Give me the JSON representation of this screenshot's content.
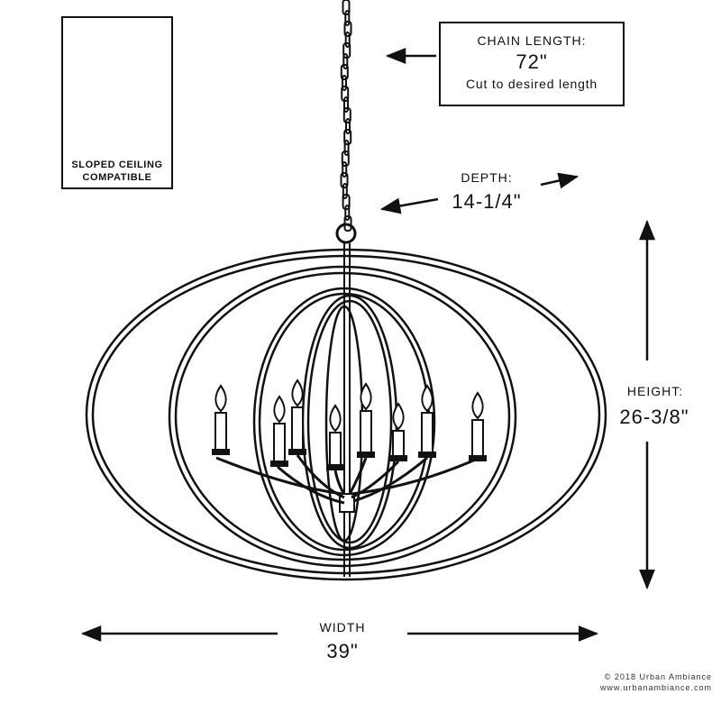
{
  "inset": {
    "label_line1": "SLOPED CEILING",
    "label_line2": "COMPATIBLE"
  },
  "chain": {
    "title": "CHAIN LENGTH:",
    "value": "72\"",
    "note": "Cut to desired length"
  },
  "depth": {
    "title": "DEPTH:",
    "value": "14-1/4\""
  },
  "height": {
    "title": "HEIGHT:",
    "value": "26-3/8\""
  },
  "width": {
    "title": "WIDTH",
    "value": "39\""
  },
  "footer": {
    "copyright": "© 2018 Urban Ambiance",
    "website": "www.urbanambiance.com"
  },
  "colors": {
    "line": "#111111",
    "background": "#ffffff"
  },
  "icons": [
    "arrow-left-icon",
    "arrow-up-icon",
    "arrow-down-icon",
    "arrow-right-icon",
    "chandelier-illustration",
    "sloped-ceiling-icon"
  ]
}
